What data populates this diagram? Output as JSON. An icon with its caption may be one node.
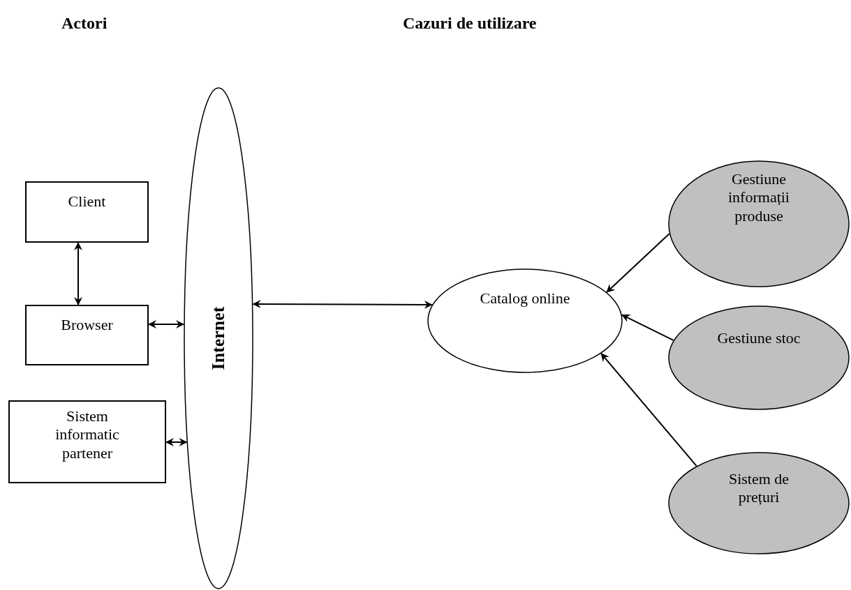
{
  "diagram": {
    "nodes": [
      {
        "text": [
          "Client"
        ]
      },
      {
        "text": [
          "Browser"
        ]
      },
      {
        "text": [
          "Sistem informatic partener"
        ]
      },
      {
        "text": [
          "Internet"
        ]
      },
      {
        "text": [
          "Catalog online"
        ]
      },
      {
        "text": [
          "Gestiune informații produse"
        ]
      },
      {
        "text": [
          "Gestiune stoc"
        ]
      },
      {
        "text": [
          "Sistem de prețuri"
        ]
      }
    ],
    "edges": [
      {
        "from": 0,
        "to": 1,
        "arrow": "both"
      },
      {
        "from": 1,
        "to": 3,
        "arrow": "both"
      },
      {
        "from": 2,
        "to": 3,
        "arrow": "both"
      },
      {
        "from": 3,
        "to": 4,
        "arrow": "both"
      },
      {
        "from": 5,
        "to": 4,
        "arrow": "to"
      },
      {
        "from": 6,
        "to": 4,
        "arrow": "to"
      },
      {
        "from": 7,
        "to": 4,
        "arrow": "to"
      }
    ],
    "labels": [
      "Actori",
      "Cazuri de utilizare"
    ]
  }
}
